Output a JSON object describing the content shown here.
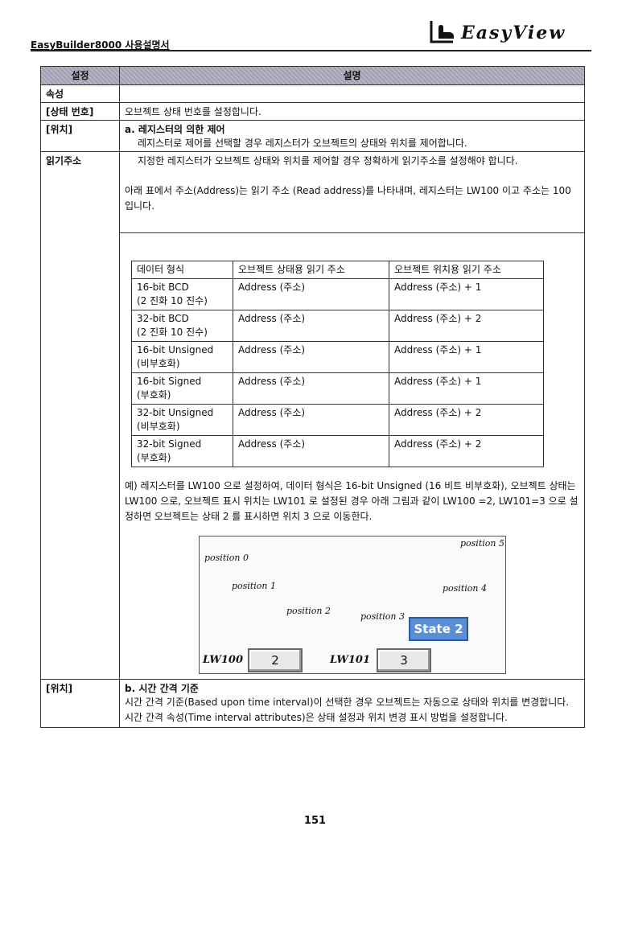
{
  "header": {
    "doc_title": "EasyBuilder8000 사용설명서",
    "logo_text": "EasyView"
  },
  "table": {
    "col_setting": "설정",
    "col_desc": "설명",
    "rows": {
      "attr": {
        "label": "속성"
      },
      "state_no": {
        "label": "[상태 번호]",
        "text": "오브젝트 상태 번호를 설정합니다."
      },
      "position_a": {
        "label": "[위치]",
        "subhead": "a. 레지스터의 의한 제어",
        "text": "레지스터로 제어를 선택할 경우 레지스터가 오브젝트의 상태와 위치를 제어합니다."
      },
      "read_addr": {
        "label": "읽기주소",
        "p1": "지정한 레지스터가 오브젝트 상태와 위치를 제어할 경우 정확하게 읽기주소를 설정해야 합니다.",
        "p2": "아래 표에서 주소(Address)는 읽기 주소 (Read address)를 나타내며, 레지스터는 LW100 이고 주소는 100 입니다."
      },
      "example": {
        "text": "예) 레지스터를 LW100 으로 설정하여, 데이터 형식은 16-bit Unsigned (16 비트 비부호화), 오브젝트 상태는 LW100 으로, 오브젝트 표시 위치는 LW101 로 설정된 경우 아래 그림과 같이 LW100 =2, LW101=3 으로 설정하면 오브젝트는 상태 2 를 표시하면 위치 3 으로 이동한다."
      },
      "position_b": {
        "label": "[위치]",
        "subhead": "b. 시간 간격 기준",
        "text": "시간 간격 기준(Based upon time interval)이 선택한 경우 오브젝트는 자동으로 상태와 위치를 변경합니다. 시간 간격 속성(Time interval attributes)은 상태 설정과 위치 변경 표시 방법을 설정합니다."
      }
    }
  },
  "inner_table": {
    "headers": [
      "데이터 형식",
      "오브젝트 상태용 읽기 주소",
      "오브젝트 위치용 읽기 주소"
    ],
    "rows": [
      [
        "16-bit BCD",
        "(2 진화 10 진수)",
        "Address (주소)",
        "Address (주소) + 1"
      ],
      [
        "32-bit BCD",
        "(2 진화 10 진수)",
        "Address (주소)",
        "Address (주소) + 2"
      ],
      [
        "16-bit Unsigned",
        "(비부호화)",
        "Address (주소)",
        "Address (주소) + 1"
      ],
      [
        "16-bit Signed",
        "(부호화)",
        "Address (주소)",
        "Address (주소) + 1"
      ],
      [
        "32-bit Unsigned",
        "(비부호화)",
        "Address (주소)",
        "Address (주소) + 2"
      ],
      [
        "32-bit Signed",
        "(부호화)",
        "Address (주소)",
        "Address (주소) + 2"
      ]
    ]
  },
  "figure": {
    "positions": [
      "position 0",
      "position 1",
      "position 2",
      "position 3",
      "position 4",
      "position 5"
    ],
    "state_label": "State 2",
    "lw100_label": "LW100",
    "lw100_value": "2",
    "lw101_label": "LW101",
    "lw101_value": "3"
  },
  "page_number": "151"
}
